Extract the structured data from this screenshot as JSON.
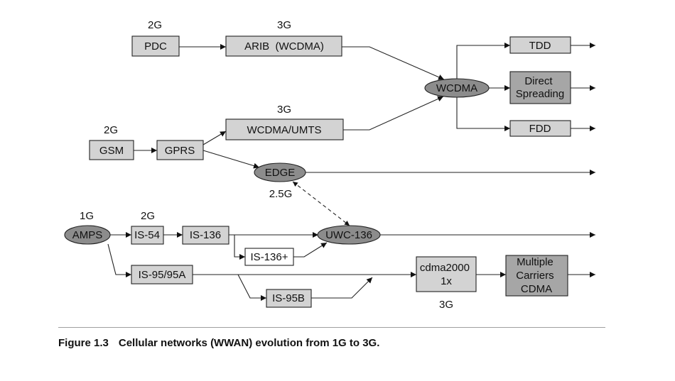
{
  "diagram": {
    "labels": {
      "gen_2g_pdc": "2G",
      "gen_3g_arib": "3G",
      "gen_3g_wcdma_umts": "3G",
      "gen_2g_gsm": "2G",
      "gen_2_5g": "2.5G",
      "gen_1g": "1G",
      "gen_2g_is54": "2G",
      "gen_3g_cdma": "3G"
    },
    "nodes": {
      "pdc": "PDC",
      "arib": "ARIB  (WCDMA)",
      "tdd": "TDD",
      "wcdma": "WCDMA",
      "direct_spreading": [
        "Direct",
        "Spreading"
      ],
      "fdd": "FDD",
      "wcdma_umts": "WCDMA/UMTS",
      "gsm": "GSM",
      "gprs": "GPRS",
      "edge": "EDGE",
      "amps": "AMPS",
      "is54": "IS-54",
      "is136": "IS-136",
      "uwc136": "UWC-136",
      "is136plus": "IS-136+",
      "is95": "IS-95/95A",
      "is95b": "IS-95B",
      "cdma2000": [
        "cdma2000",
        "1x"
      ],
      "multiple_carriers": [
        "Multiple",
        "Carriers",
        "CDMA"
      ]
    }
  },
  "caption": {
    "number": "Figure 1.3",
    "text": "Cellular networks (WWAN) evolution from 1G to 3G."
  },
  "colors": {
    "box_fill": "#d3d3d3",
    "dark_box_fill": "#a6a6a6",
    "ellipse_fill": "#8c8c8c",
    "line": "#222222"
  }
}
